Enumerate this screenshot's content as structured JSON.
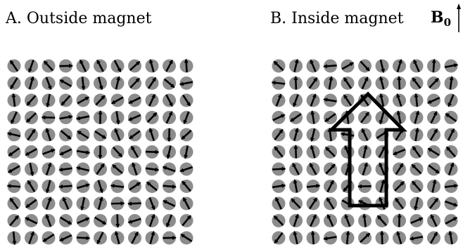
{
  "panel_a": {
    "title": "A. Outside magnet"
  },
  "panel_b": {
    "title": "B. Inside magnet"
  },
  "field": {
    "symbol": "B",
    "subscript": "0"
  },
  "colors": {
    "spin_disc": "#8c8c8c",
    "spin_arrow": "#000000",
    "big_arrow_stroke": "#000000",
    "big_arrow_fill": "none"
  },
  "lattice": {
    "rows": 11,
    "cols": 11
  }
}
